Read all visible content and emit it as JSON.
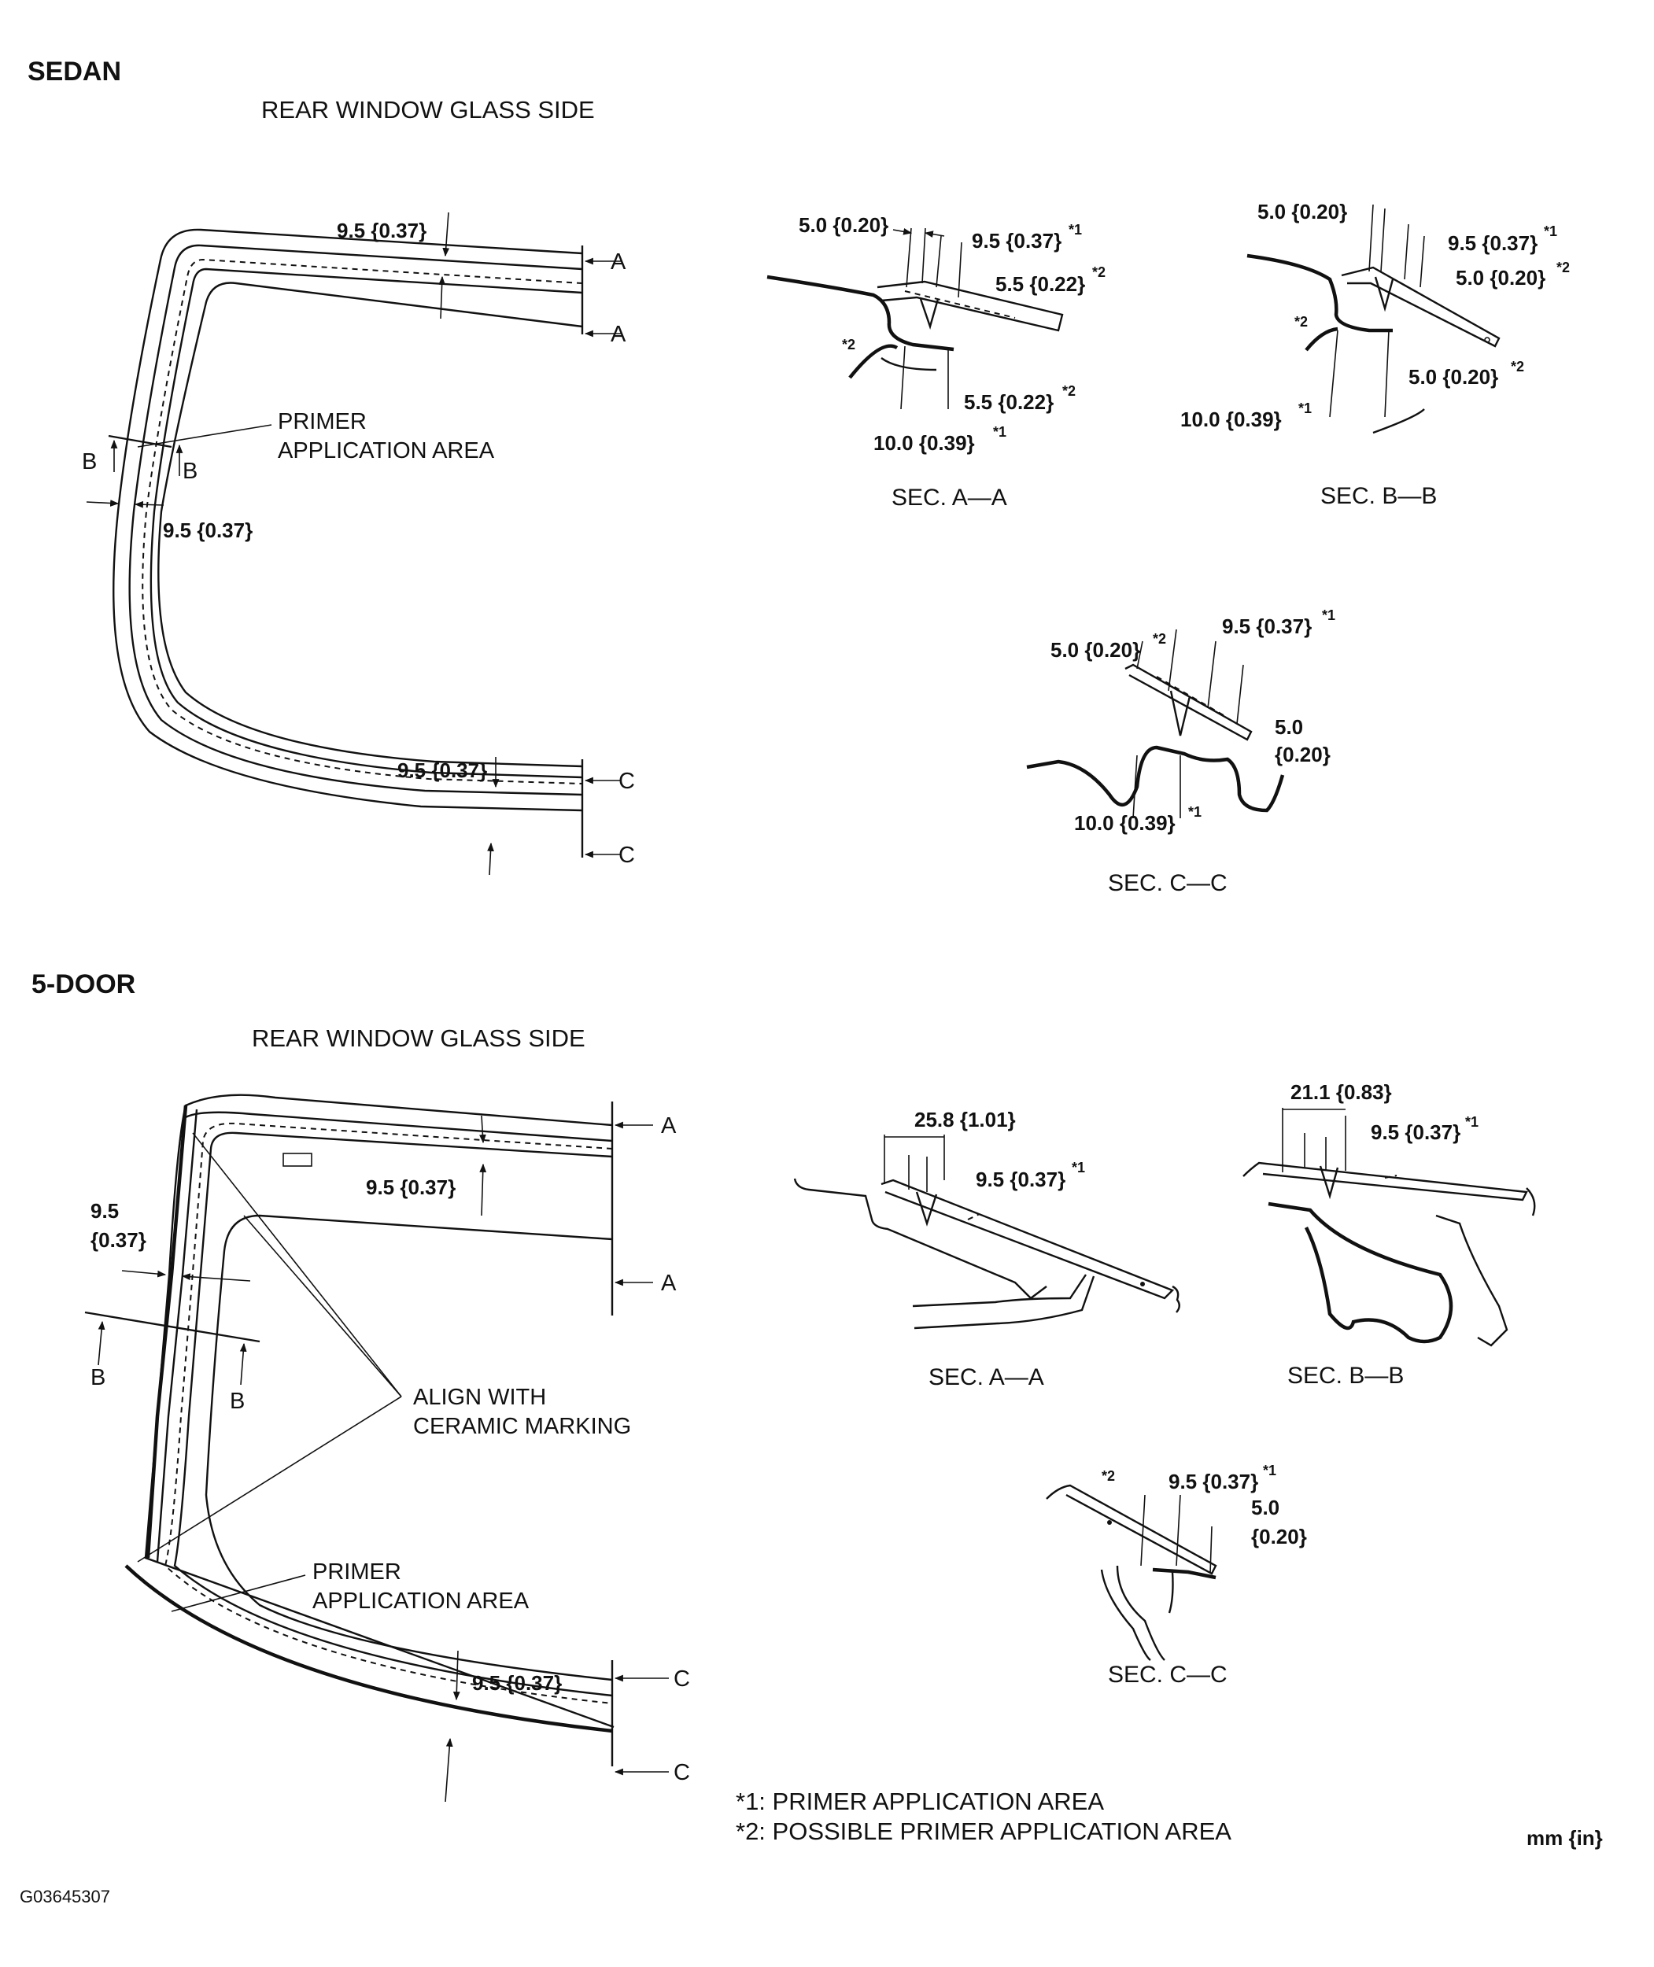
{
  "sedan": {
    "title": "SEDAN",
    "subtitle": "REAR WINDOW GLASS SIDE",
    "primer_line1": "PRIMER",
    "primer_line2": "APPLICATION AREA",
    "dim_top": "9.5 {0.37}",
    "dim_left": "9.5 {0.37}",
    "dim_bottom": "9.5 {0.37}",
    "sec_a": {
      "title": "SEC. A—A",
      "d1": "5.0 {0.20}",
      "d2": "9.5 {0.37}",
      "d2_sup": "*1",
      "d3": "5.5 {0.22}",
      "d3_sup": "*2",
      "d4": "5.5 {0.22}",
      "d4_sup": "*2",
      "d5": "10.0 {0.39}",
      "d5_sup": "*1",
      "mark": "*2"
    },
    "sec_b": {
      "title": "SEC. B—B",
      "d1": "5.0 {0.20}",
      "d2": "9.5 {0.37}",
      "d2_sup": "*1",
      "d3": "5.0 {0.20}",
      "d3_sup": "*2",
      "d4": "5.0 {0.20}",
      "d4_sup": "*2",
      "d5": "10.0 {0.39}",
      "d5_sup": "*1",
      "mark": "*2"
    },
    "sec_c": {
      "title": "SEC. C—C",
      "d1": "5.0 {0.20}",
      "d1_sup": "*2",
      "d2": "9.5 {0.37}",
      "d2_sup": "*1",
      "d3_line1": "5.0",
      "d3_line2": "{0.20}",
      "d4": "10.0 {0.39}",
      "d4_sup": "*1"
    }
  },
  "door5": {
    "title": "5-DOOR",
    "subtitle": "REAR WINDOW GLASS SIDE",
    "dim_top": "9.5 {0.37}",
    "dim_left_line1": "9.5",
    "dim_left_line2": "{0.37}",
    "dim_bottom": "9.5 {0.37}",
    "align_line1": "ALIGN WITH",
    "align_line2": "CERAMIC MARKING",
    "primer_line1": "PRIMER",
    "primer_line2": "APPLICATION AREA",
    "sec_a": {
      "title": "SEC. A—A",
      "d1": "25.8 {1.01}",
      "d2": "9.5 {0.37}",
      "d2_sup": "*1"
    },
    "sec_b": {
      "title": "SEC. B—B",
      "d1": "21.1 {0.83}",
      "d2": "9.5 {0.37}",
      "d2_sup": "*1"
    },
    "sec_c": {
      "title": "SEC. C—C",
      "mark": "*2",
      "d1": "9.5 {0.37}",
      "d1_sup": "*1",
      "d2_line1": "5.0",
      "d2_line2": "{0.20}"
    }
  },
  "letters": {
    "a": "A",
    "b": "B",
    "c": "C"
  },
  "legend": {
    "note1": "*1: PRIMER APPLICATION AREA",
    "note2": "*2: POSSIBLE PRIMER APPLICATION AREA",
    "units": "mm {in}"
  },
  "figure_code": "G03645307"
}
